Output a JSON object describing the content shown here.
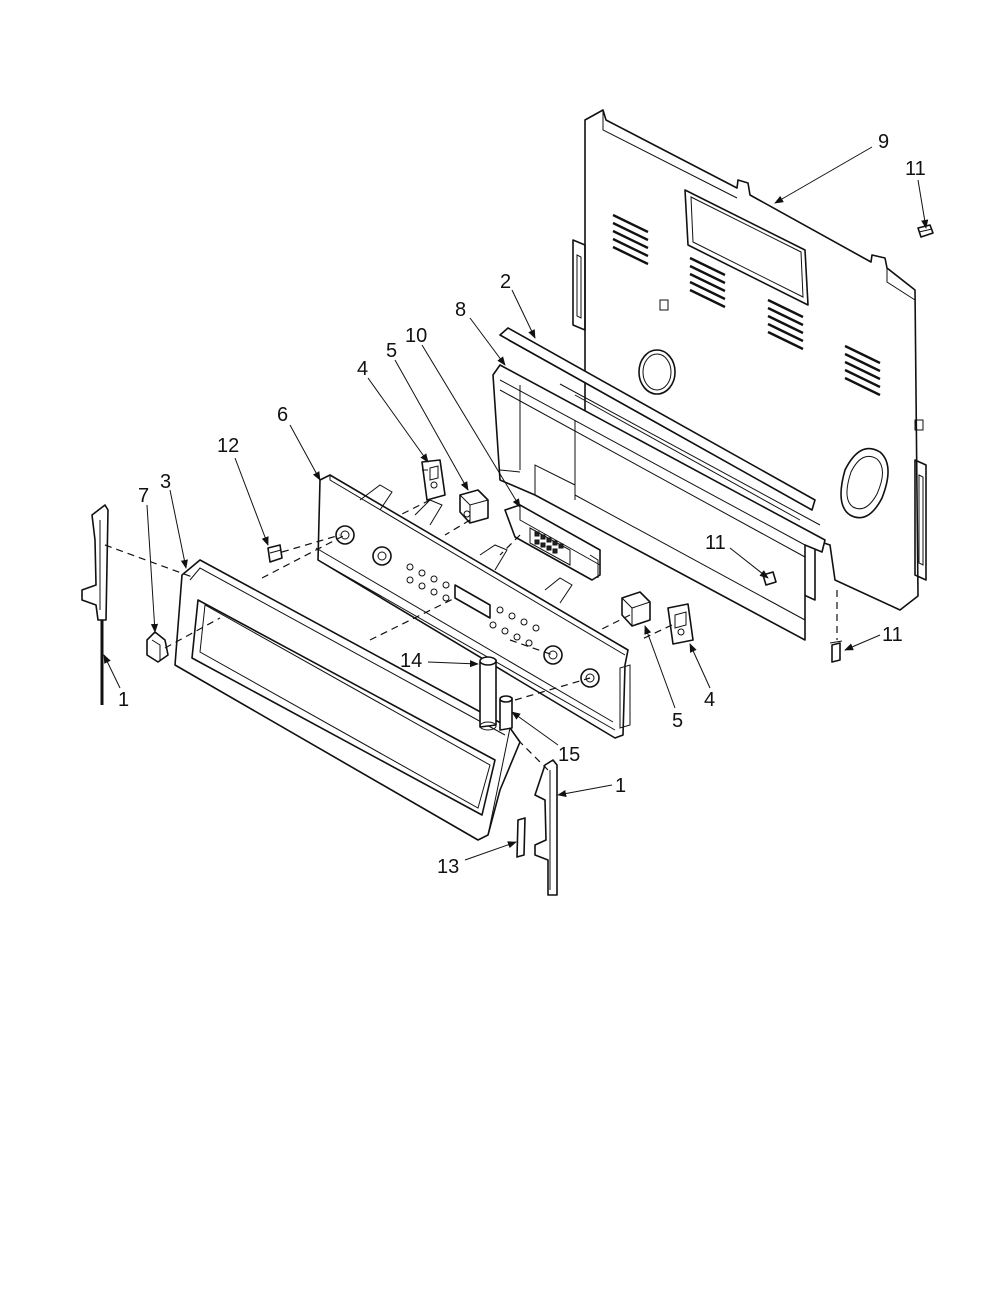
{
  "diagram": {
    "callouts": [
      {
        "id": "c9",
        "label": "9"
      },
      {
        "id": "c11a",
        "label": "11"
      },
      {
        "id": "c2",
        "label": "2"
      },
      {
        "id": "c8",
        "label": "8"
      },
      {
        "id": "c10",
        "label": "10"
      },
      {
        "id": "c5a",
        "label": "5"
      },
      {
        "id": "c4a",
        "label": "4"
      },
      {
        "id": "c6",
        "label": "6"
      },
      {
        "id": "c12",
        "label": "12"
      },
      {
        "id": "c7",
        "label": "7"
      },
      {
        "id": "c3",
        "label": "3"
      },
      {
        "id": "c11b",
        "label": "11"
      },
      {
        "id": "c11c",
        "label": "11"
      },
      {
        "id": "c1a",
        "label": "1"
      },
      {
        "id": "c14",
        "label": "14"
      },
      {
        "id": "c5b",
        "label": "5"
      },
      {
        "id": "c4b",
        "label": "4"
      },
      {
        "id": "c15",
        "label": "15"
      },
      {
        "id": "c1b",
        "label": "1"
      },
      {
        "id": "c13",
        "label": "13"
      }
    ]
  }
}
